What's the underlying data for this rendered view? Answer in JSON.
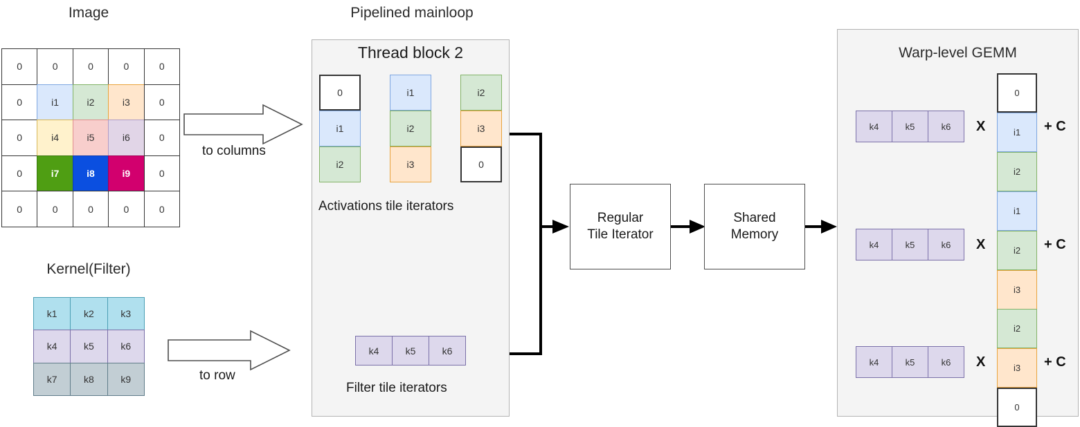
{
  "titles": {
    "image": "Image",
    "kernel": "Kernel(Filter)",
    "mainloop": "Pipelined mainloop",
    "thread_block": "Thread block 2",
    "warp_gemm": "Warp-level GEMM"
  },
  "captions": {
    "activations": "Activations tile iterators",
    "filters": "Filter tile iterators",
    "to_columns": "to columns",
    "to_row": "to row"
  },
  "colors": {
    "i1": "#dae8fc",
    "i1_border": "#7ea6e0",
    "i2": "#d5e8d4",
    "i2_border": "#82b366",
    "i3": "#ffe6cc",
    "i3_border": "#e8a33d",
    "i4": "#fff2cc",
    "i4_border": "#d6b656",
    "i5": "#f8cecc",
    "i5_border": "#e08e8c",
    "i6": "#e1d5e7",
    "i6_border": "#b09cc6",
    "i7": "#4f9e13",
    "i7_border": "#3a7a0d",
    "i8": "#0b4fe0",
    "i8_border": "#0a3cb0",
    "i9": "#d2006e",
    "i9_border": "#a30055",
    "zero": "#ffffff",
    "zero_border": "#333333",
    "k_top": "#b0e0ee",
    "k_top_border": "#4b9fb5",
    "k_mid": "#ddd8ec",
    "k_mid_border": "#7a6fa8",
    "k_bot": "#c2ced4",
    "k_bot_border": "#5f7c89",
    "panel_bg": "#f4f4f4",
    "panel_border": "#b3b3b3",
    "line": "#000000"
  },
  "image_grid": {
    "rows": [
      [
        {
          "label": "0",
          "fill": "zero"
        },
        {
          "label": "0",
          "fill": "zero"
        },
        {
          "label": "0",
          "fill": "zero"
        },
        {
          "label": "0",
          "fill": "zero"
        },
        {
          "label": "0",
          "fill": "zero"
        }
      ],
      [
        {
          "label": "0",
          "fill": "zero"
        },
        {
          "label": "i1",
          "fill": "i1"
        },
        {
          "label": "i2",
          "fill": "i2"
        },
        {
          "label": "i3",
          "fill": "i3"
        },
        {
          "label": "0",
          "fill": "zero"
        }
      ],
      [
        {
          "label": "0",
          "fill": "zero"
        },
        {
          "label": "i4",
          "fill": "i4"
        },
        {
          "label": "i5",
          "fill": "i5"
        },
        {
          "label": "i6",
          "fill": "i6"
        },
        {
          "label": "0",
          "fill": "zero"
        }
      ],
      [
        {
          "label": "0",
          "fill": "zero"
        },
        {
          "label": "i7",
          "fill": "i7"
        },
        {
          "label": "i8",
          "fill": "i8"
        },
        {
          "label": "i9",
          "fill": "i9"
        },
        {
          "label": "0",
          "fill": "zero"
        }
      ],
      [
        {
          "label": "0",
          "fill": "zero"
        },
        {
          "label": "0",
          "fill": "zero"
        },
        {
          "label": "0",
          "fill": "zero"
        },
        {
          "label": "0",
          "fill": "zero"
        },
        {
          "label": "0",
          "fill": "zero"
        }
      ]
    ]
  },
  "kernel_grid": {
    "rows": [
      [
        {
          "label": "k1",
          "fill": "k_top"
        },
        {
          "label": "k2",
          "fill": "k_top"
        },
        {
          "label": "k3",
          "fill": "k_top"
        }
      ],
      [
        {
          "label": "k4",
          "fill": "k_mid"
        },
        {
          "label": "k5",
          "fill": "k_mid"
        },
        {
          "label": "k6",
          "fill": "k_mid"
        }
      ],
      [
        {
          "label": "k7",
          "fill": "k_bot"
        },
        {
          "label": "k8",
          "fill": "k_bot"
        },
        {
          "label": "k9",
          "fill": "k_bot"
        }
      ]
    ]
  },
  "activation_columns": [
    {
      "cells": [
        {
          "label": "0",
          "fill": "zero"
        },
        {
          "label": "i1",
          "fill": "i1"
        },
        {
          "label": "i2",
          "fill": "i2"
        }
      ]
    },
    {
      "cells": [
        {
          "label": "i1",
          "fill": "i1"
        },
        {
          "label": "i2",
          "fill": "i2"
        },
        {
          "label": "i3",
          "fill": "i3"
        }
      ]
    },
    {
      "cells": [
        {
          "label": "i2",
          "fill": "i2"
        },
        {
          "label": "i3",
          "fill": "i3"
        },
        {
          "label": "0",
          "fill": "zero"
        }
      ]
    }
  ],
  "filter_row": {
    "cells": [
      {
        "label": "k4",
        "fill": "k_mid"
      },
      {
        "label": "k5",
        "fill": "k_mid"
      },
      {
        "label": "k6",
        "fill": "k_mid"
      }
    ]
  },
  "pipeline_boxes": [
    {
      "line1": "Regular",
      "line2": "Tile Iterator"
    },
    {
      "line1": "Shared",
      "line2": "Memory"
    }
  ],
  "gemm_rows": [
    {
      "k_cells": [
        {
          "label": "k4",
          "fill": "k_mid"
        },
        {
          "label": "k5",
          "fill": "k_mid"
        },
        {
          "label": "k6",
          "fill": "k_mid"
        }
      ],
      "mul": "X",
      "i_cells": [
        {
          "label": "0",
          "fill": "zero"
        },
        {
          "label": "i1",
          "fill": "i1"
        },
        {
          "label": "i2",
          "fill": "i2"
        }
      ],
      "add": "+ C"
    },
    {
      "k_cells": [
        {
          "label": "k4",
          "fill": "k_mid"
        },
        {
          "label": "k5",
          "fill": "k_mid"
        },
        {
          "label": "k6",
          "fill": "k_mid"
        }
      ],
      "mul": "X",
      "i_cells": [
        {
          "label": "i1",
          "fill": "i1"
        },
        {
          "label": "i2",
          "fill": "i2"
        },
        {
          "label": "i3",
          "fill": "i3"
        }
      ],
      "add": "+ C"
    },
    {
      "k_cells": [
        {
          "label": "k4",
          "fill": "k_mid"
        },
        {
          "label": "k5",
          "fill": "k_mid"
        },
        {
          "label": "k6",
          "fill": "k_mid"
        }
      ],
      "mul": "X",
      "i_cells": [
        {
          "label": "i2",
          "fill": "i2"
        },
        {
          "label": "i3",
          "fill": "i3"
        },
        {
          "label": "0",
          "fill": "zero"
        }
      ],
      "add": "+ C"
    }
  ]
}
